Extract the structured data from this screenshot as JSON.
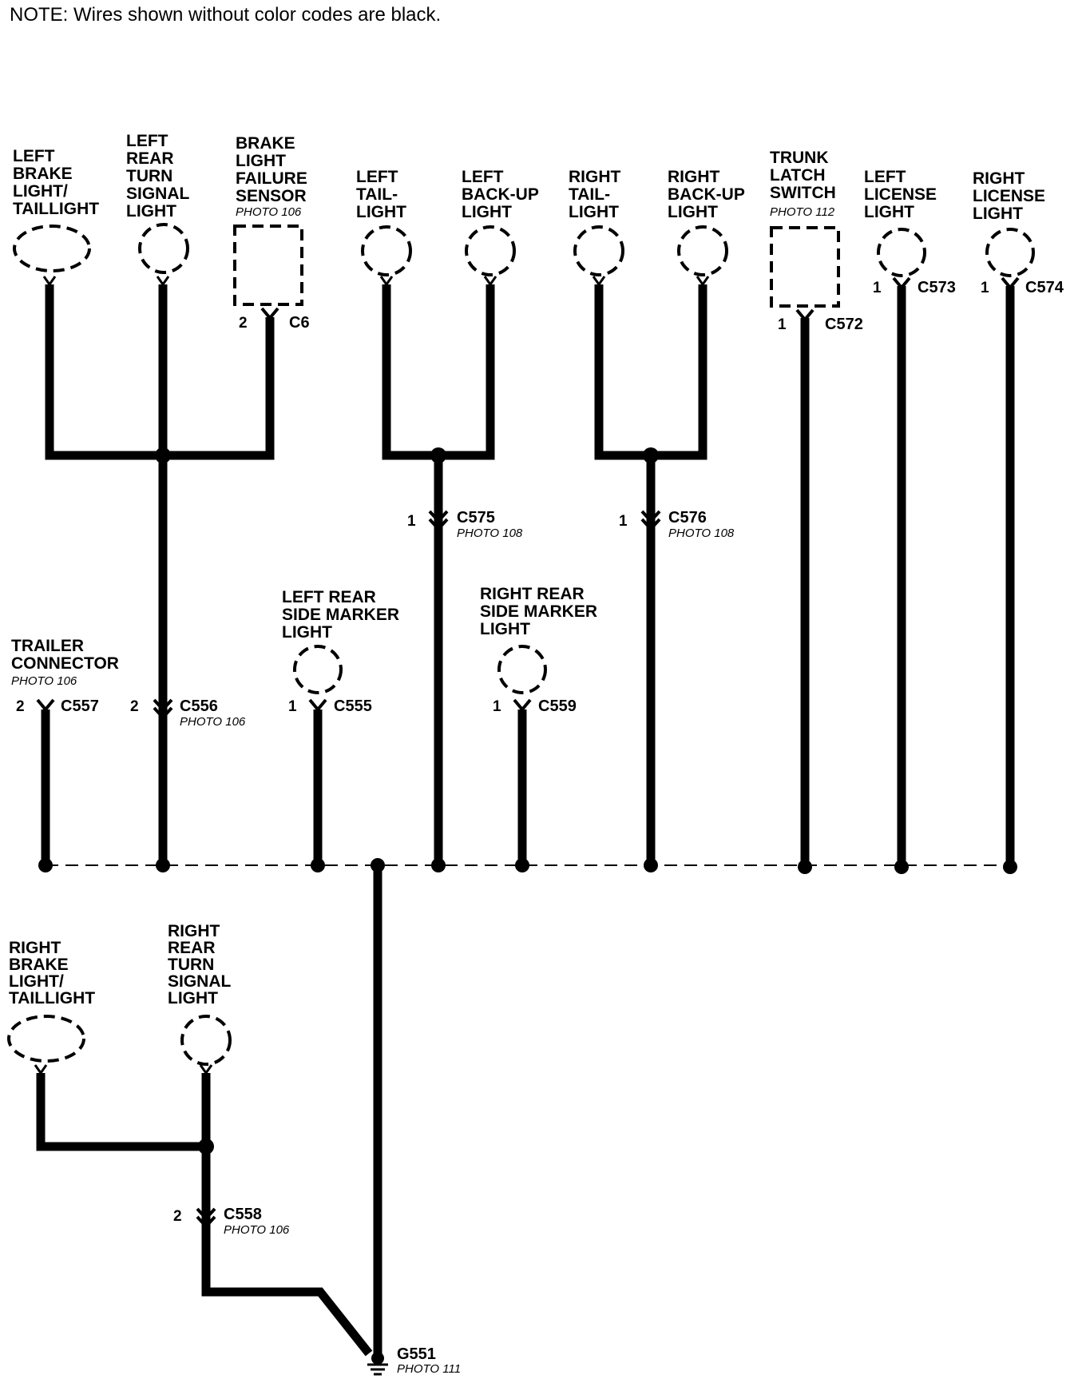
{
  "note": "NOTE: Wires shown without color codes are black.",
  "components": {
    "left_brake": [
      "LEFT",
      "BRAKE",
      "LIGHT/",
      "TAILLIGHT"
    ],
    "left_rear_turn": [
      "LEFT",
      "REAR",
      "TURN",
      "SIGNAL",
      "LIGHT"
    ],
    "brake_sensor": [
      "BRAKE",
      "LIGHT",
      "FAILURE",
      "SENSOR"
    ],
    "brake_sensor_photo": "PHOTO 106",
    "left_tail": [
      "LEFT",
      "TAIL-",
      "LIGHT"
    ],
    "left_backup": [
      "LEFT",
      "BACK-UP",
      "LIGHT"
    ],
    "right_tail": [
      "RIGHT",
      "TAIL-",
      "LIGHT"
    ],
    "right_backup": [
      "RIGHT",
      "BACK-UP",
      "LIGHT"
    ],
    "trunk_switch": [
      "TRUNK",
      "LATCH",
      "SWITCH"
    ],
    "trunk_switch_photo": "PHOTO 112",
    "left_license": [
      "LEFT",
      "LICENSE",
      "LIGHT"
    ],
    "right_license": [
      "RIGHT",
      "LICENSE",
      "LIGHT"
    ],
    "left_side_marker": [
      "LEFT REAR",
      "SIDE MARKER",
      "LIGHT"
    ],
    "right_side_marker": [
      "RIGHT REAR",
      "SIDE MARKER",
      "LIGHT"
    ],
    "trailer": [
      "TRAILER",
      "CONNECTOR"
    ],
    "trailer_photo": "PHOTO 106",
    "right_brake": [
      "RIGHT",
      "BRAKE",
      "LIGHT/",
      "TAILLIGHT"
    ],
    "right_rear_turn": [
      "RIGHT",
      "REAR",
      "TURN",
      "SIGNAL",
      "LIGHT"
    ]
  },
  "connectors": {
    "c6": {
      "pin": "2",
      "name": "C6"
    },
    "c572": {
      "pin": "1",
      "name": "C572"
    },
    "c573": {
      "pin": "1",
      "name": "C573"
    },
    "c574": {
      "pin": "1",
      "name": "C574"
    },
    "c575": {
      "pin": "1",
      "name": "C575",
      "photo": "PHOTO 108"
    },
    "c576": {
      "pin": "1",
      "name": "C576",
      "photo": "PHOTO 108"
    },
    "c557": {
      "pin": "2",
      "name": "C557"
    },
    "c556": {
      "pin": "2",
      "name": "C556",
      "photo": "PHOTO 106"
    },
    "c555": {
      "pin": "1",
      "name": "C555"
    },
    "c559": {
      "pin": "1",
      "name": "C559"
    },
    "c558": {
      "pin": "2",
      "name": "C558",
      "photo": "PHOTO 106"
    }
  },
  "ground": {
    "name": "G551",
    "photo": "PHOTO 111"
  }
}
